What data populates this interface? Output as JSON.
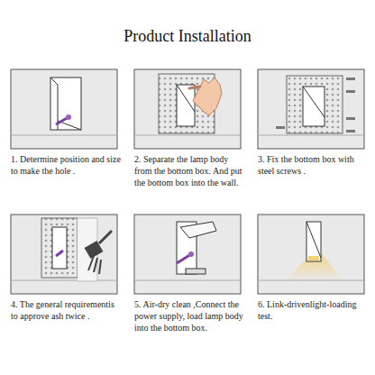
{
  "diagram": {
    "title": "Product Installation",
    "labels": [
      "1.  Determine position and size to make the hole .",
      "2. Separate the lamp body from the bottom box. And put the bottom box into the wall.",
      "3. Fix the bottom box with steel screws .",
      "4. The general requirementis to approve ash twice .",
      "5. Air-dry clean ,Connect the power supply, load lamp body into the bottom box.",
      "6. Link-drivenlight-loading test."
    ]
  }
}
